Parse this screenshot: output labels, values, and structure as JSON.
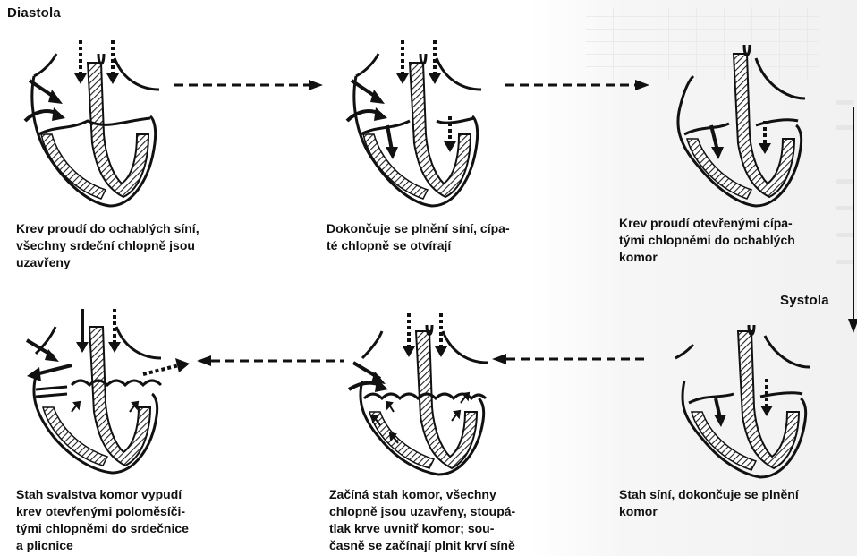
{
  "labels": {
    "diastola": "Diastola",
    "systola": "Systola"
  },
  "captions": {
    "c1": "Krev proudí do ochablých síní,\nvšechny srdeční chlopně jsou\nuzavřeny",
    "c2": "Dokončuje se plnění síní, cípa-\nté chlopně se otvírají",
    "c3": "Krev proudí otevřenými cípa-\ntými chlopněmi do ochablých\nkomor",
    "c4": "Stah síní, dokončuje se plnění\nkomor",
    "c5": "Začíná stah komor, všechny\nchlopně jsou uzavřeny, stoupá-\ntlak krve uvnitř komor; sou-\nčasně se začínají plnit krví síně",
    "c6": "Stah svalstva komor vypudí\nkrev otevřenými poloměsíči-\ntými chlopněmi do srdečnice\na plicnice"
  },
  "colors": {
    "ink": "#111111",
    "hatch": "#222222",
    "page": "#ffffff",
    "ghost": "#e6e6e6"
  }
}
